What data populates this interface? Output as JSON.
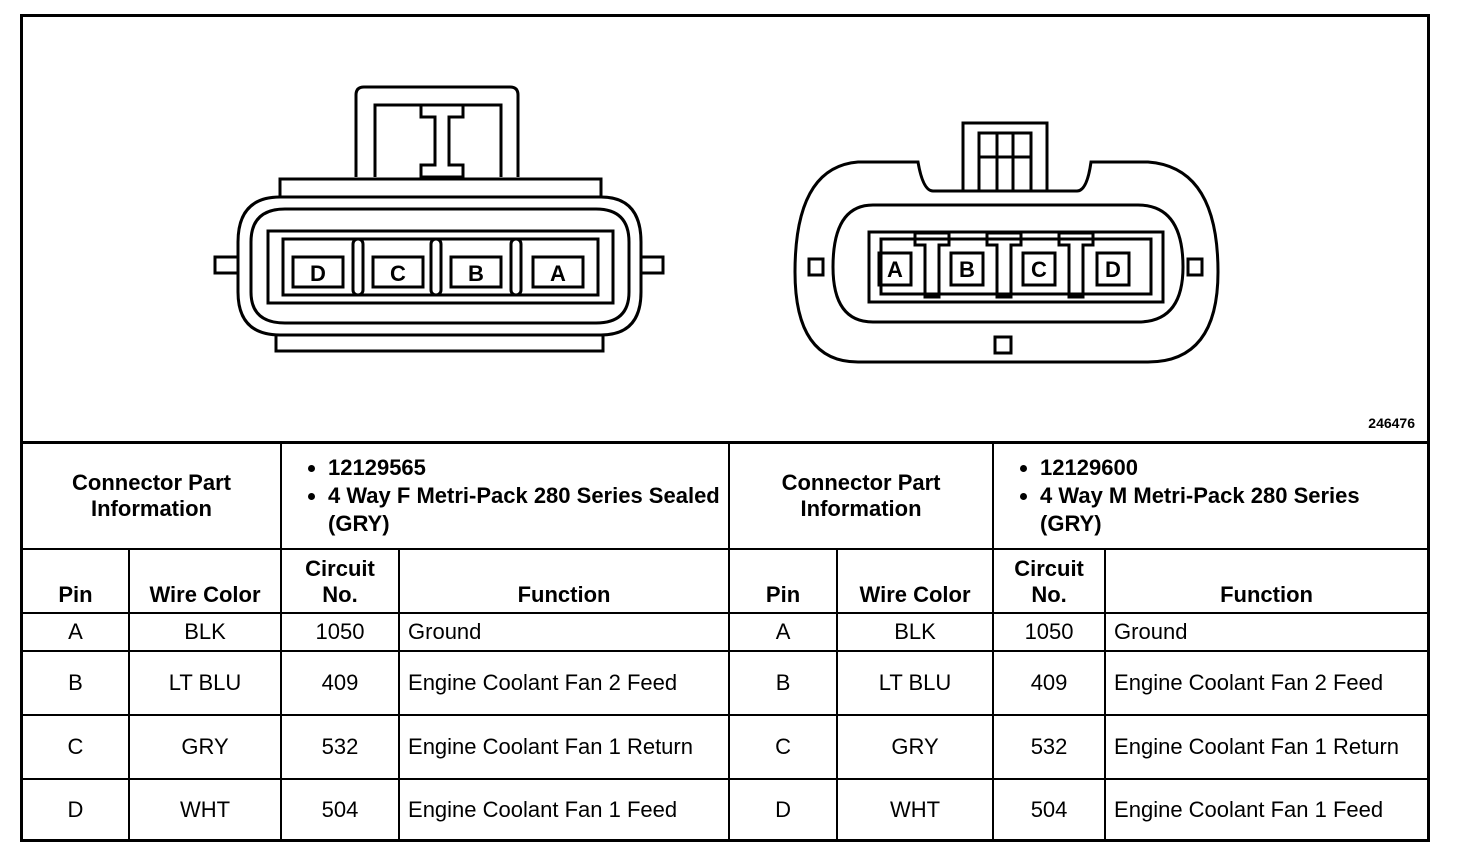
{
  "figure_number": "246476",
  "left_connector": {
    "pins_order": [
      "D",
      "C",
      "B",
      "A"
    ],
    "part_info_label": "Connector Part Information",
    "part_number": "12129565",
    "description": "4 Way F Metri-Pack 280 Series Sealed (GRY)"
  },
  "right_connector": {
    "pins_order": [
      "A",
      "B",
      "C",
      "D"
    ],
    "part_info_label": "Connector Part Information",
    "part_number": "12129600",
    "description": "4 Way M Metri-Pack 280 Series (GRY)"
  },
  "columns": {
    "pin": "Pin",
    "wire_color": "Wire Color",
    "circuit_no": "Circuit No.",
    "function": "Function"
  },
  "left_rows": [
    {
      "pin": "A",
      "wire_color": "BLK",
      "circuit": "1050",
      "function": "Ground"
    },
    {
      "pin": "B",
      "wire_color": "LT BLU",
      "circuit": "409",
      "function": "Engine Coolant Fan 2 Feed"
    },
    {
      "pin": "C",
      "wire_color": "GRY",
      "circuit": "532",
      "function": "Engine Coolant Fan 1 Return"
    },
    {
      "pin": "D",
      "wire_color": "WHT",
      "circuit": "504",
      "function": "Engine Coolant Fan 1 Feed"
    }
  ],
  "right_rows": [
    {
      "pin": "A",
      "wire_color": "BLK",
      "circuit": "1050",
      "function": "Ground"
    },
    {
      "pin": "B",
      "wire_color": "LT BLU",
      "circuit": "409",
      "function": "Engine Coolant Fan 2 Feed"
    },
    {
      "pin": "C",
      "wire_color": "GRY",
      "circuit": "532",
      "function": "Engine Coolant Fan 1 Return"
    },
    {
      "pin": "D",
      "wire_color": "WHT",
      "circuit": "504",
      "function": "Engine Coolant Fan 1 Feed"
    }
  ]
}
